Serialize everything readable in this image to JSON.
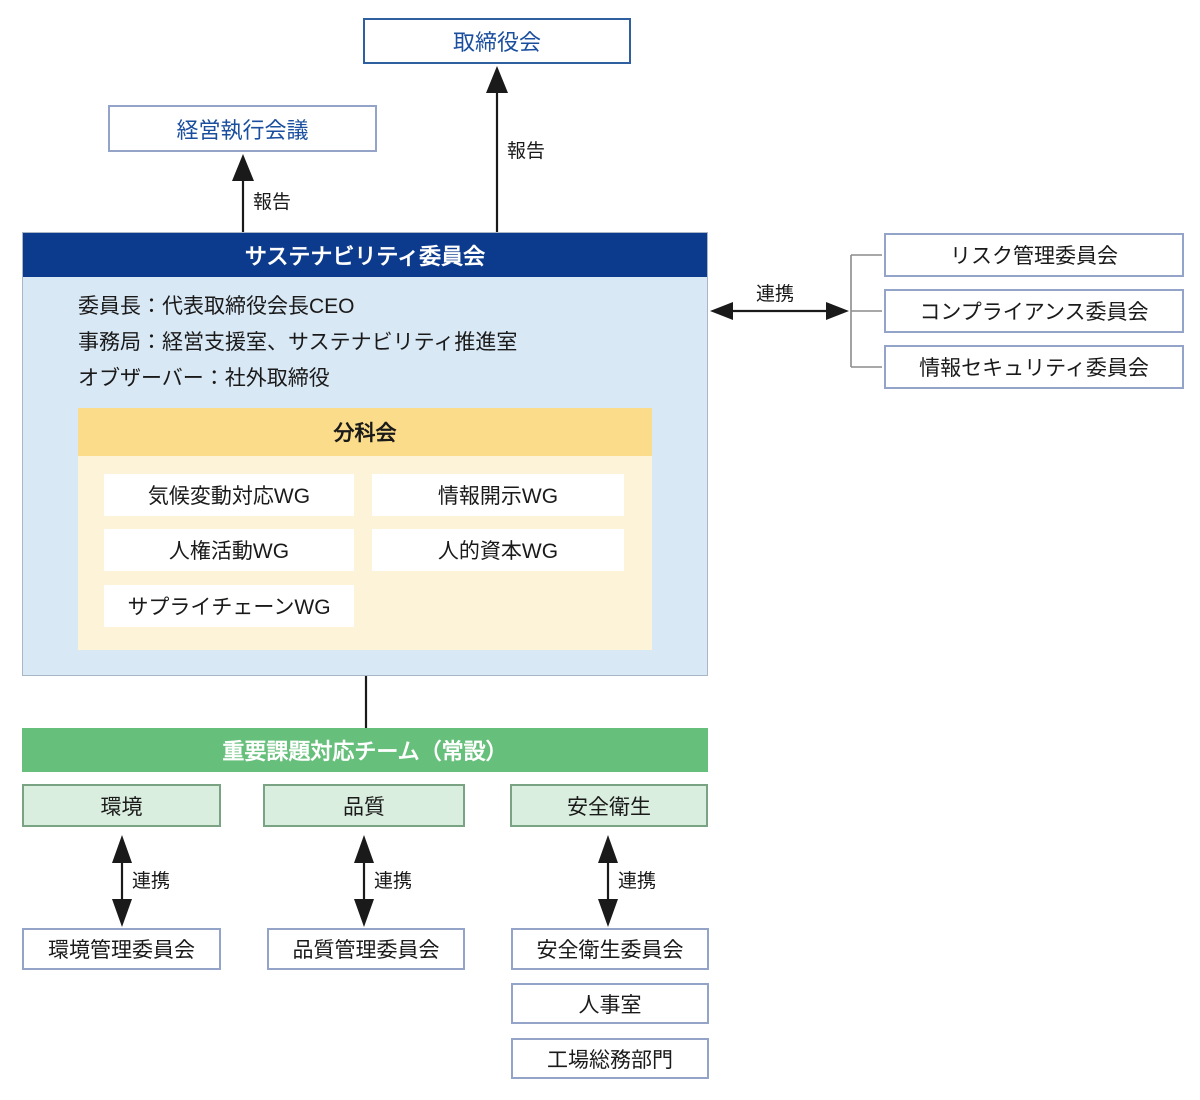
{
  "diagram": {
    "board": "取締役会",
    "exec_meeting": "経営執行会議",
    "report_label": "報告",
    "cooperation_label": "連携",
    "sustainability_committee": {
      "title": "サステナビリティ委員会",
      "chair": "委員長：代表取締役会長CEO",
      "secretariat": "事務局：経営支援室、サステナビリティ推進室",
      "observer": "オブザーバー：社外取締役",
      "subcommittee": {
        "title": "分科会",
        "working_groups": [
          "気候変動対応WG",
          "情報開示WG",
          "人権活動WG",
          "人的資本WG",
          "サプライチェーンWG"
        ]
      }
    },
    "linked_committees": [
      "リスク管理委員会",
      "コンプライアンス委員会",
      "情報セキュリティ委員会"
    ],
    "task_team": {
      "title": "重要課題対応チーム（常設）",
      "teams": [
        "環境",
        "品質",
        "安全衛生"
      ]
    },
    "partner_committees": [
      "環境管理委員会",
      "品質管理委員会",
      "安全衛生委員会"
    ],
    "related_departments": [
      "人事室",
      "工場総務部門"
    ]
  },
  "colors": {
    "navy": "#0c3a8c",
    "light_blue": "#d9e8f5",
    "yellow": "#fbdc8a",
    "light_yellow": "#fdf3d9",
    "green": "#66bf7a",
    "light_green": "#d9eede",
    "green_border": "#79a383",
    "blue_text": "#1a4e9e",
    "box_border_blue": "#2e5f9e",
    "box_border_light": "#94a4c8",
    "bracket_gray": "#8c8c8c",
    "text_black": "#1a1a1a"
  }
}
